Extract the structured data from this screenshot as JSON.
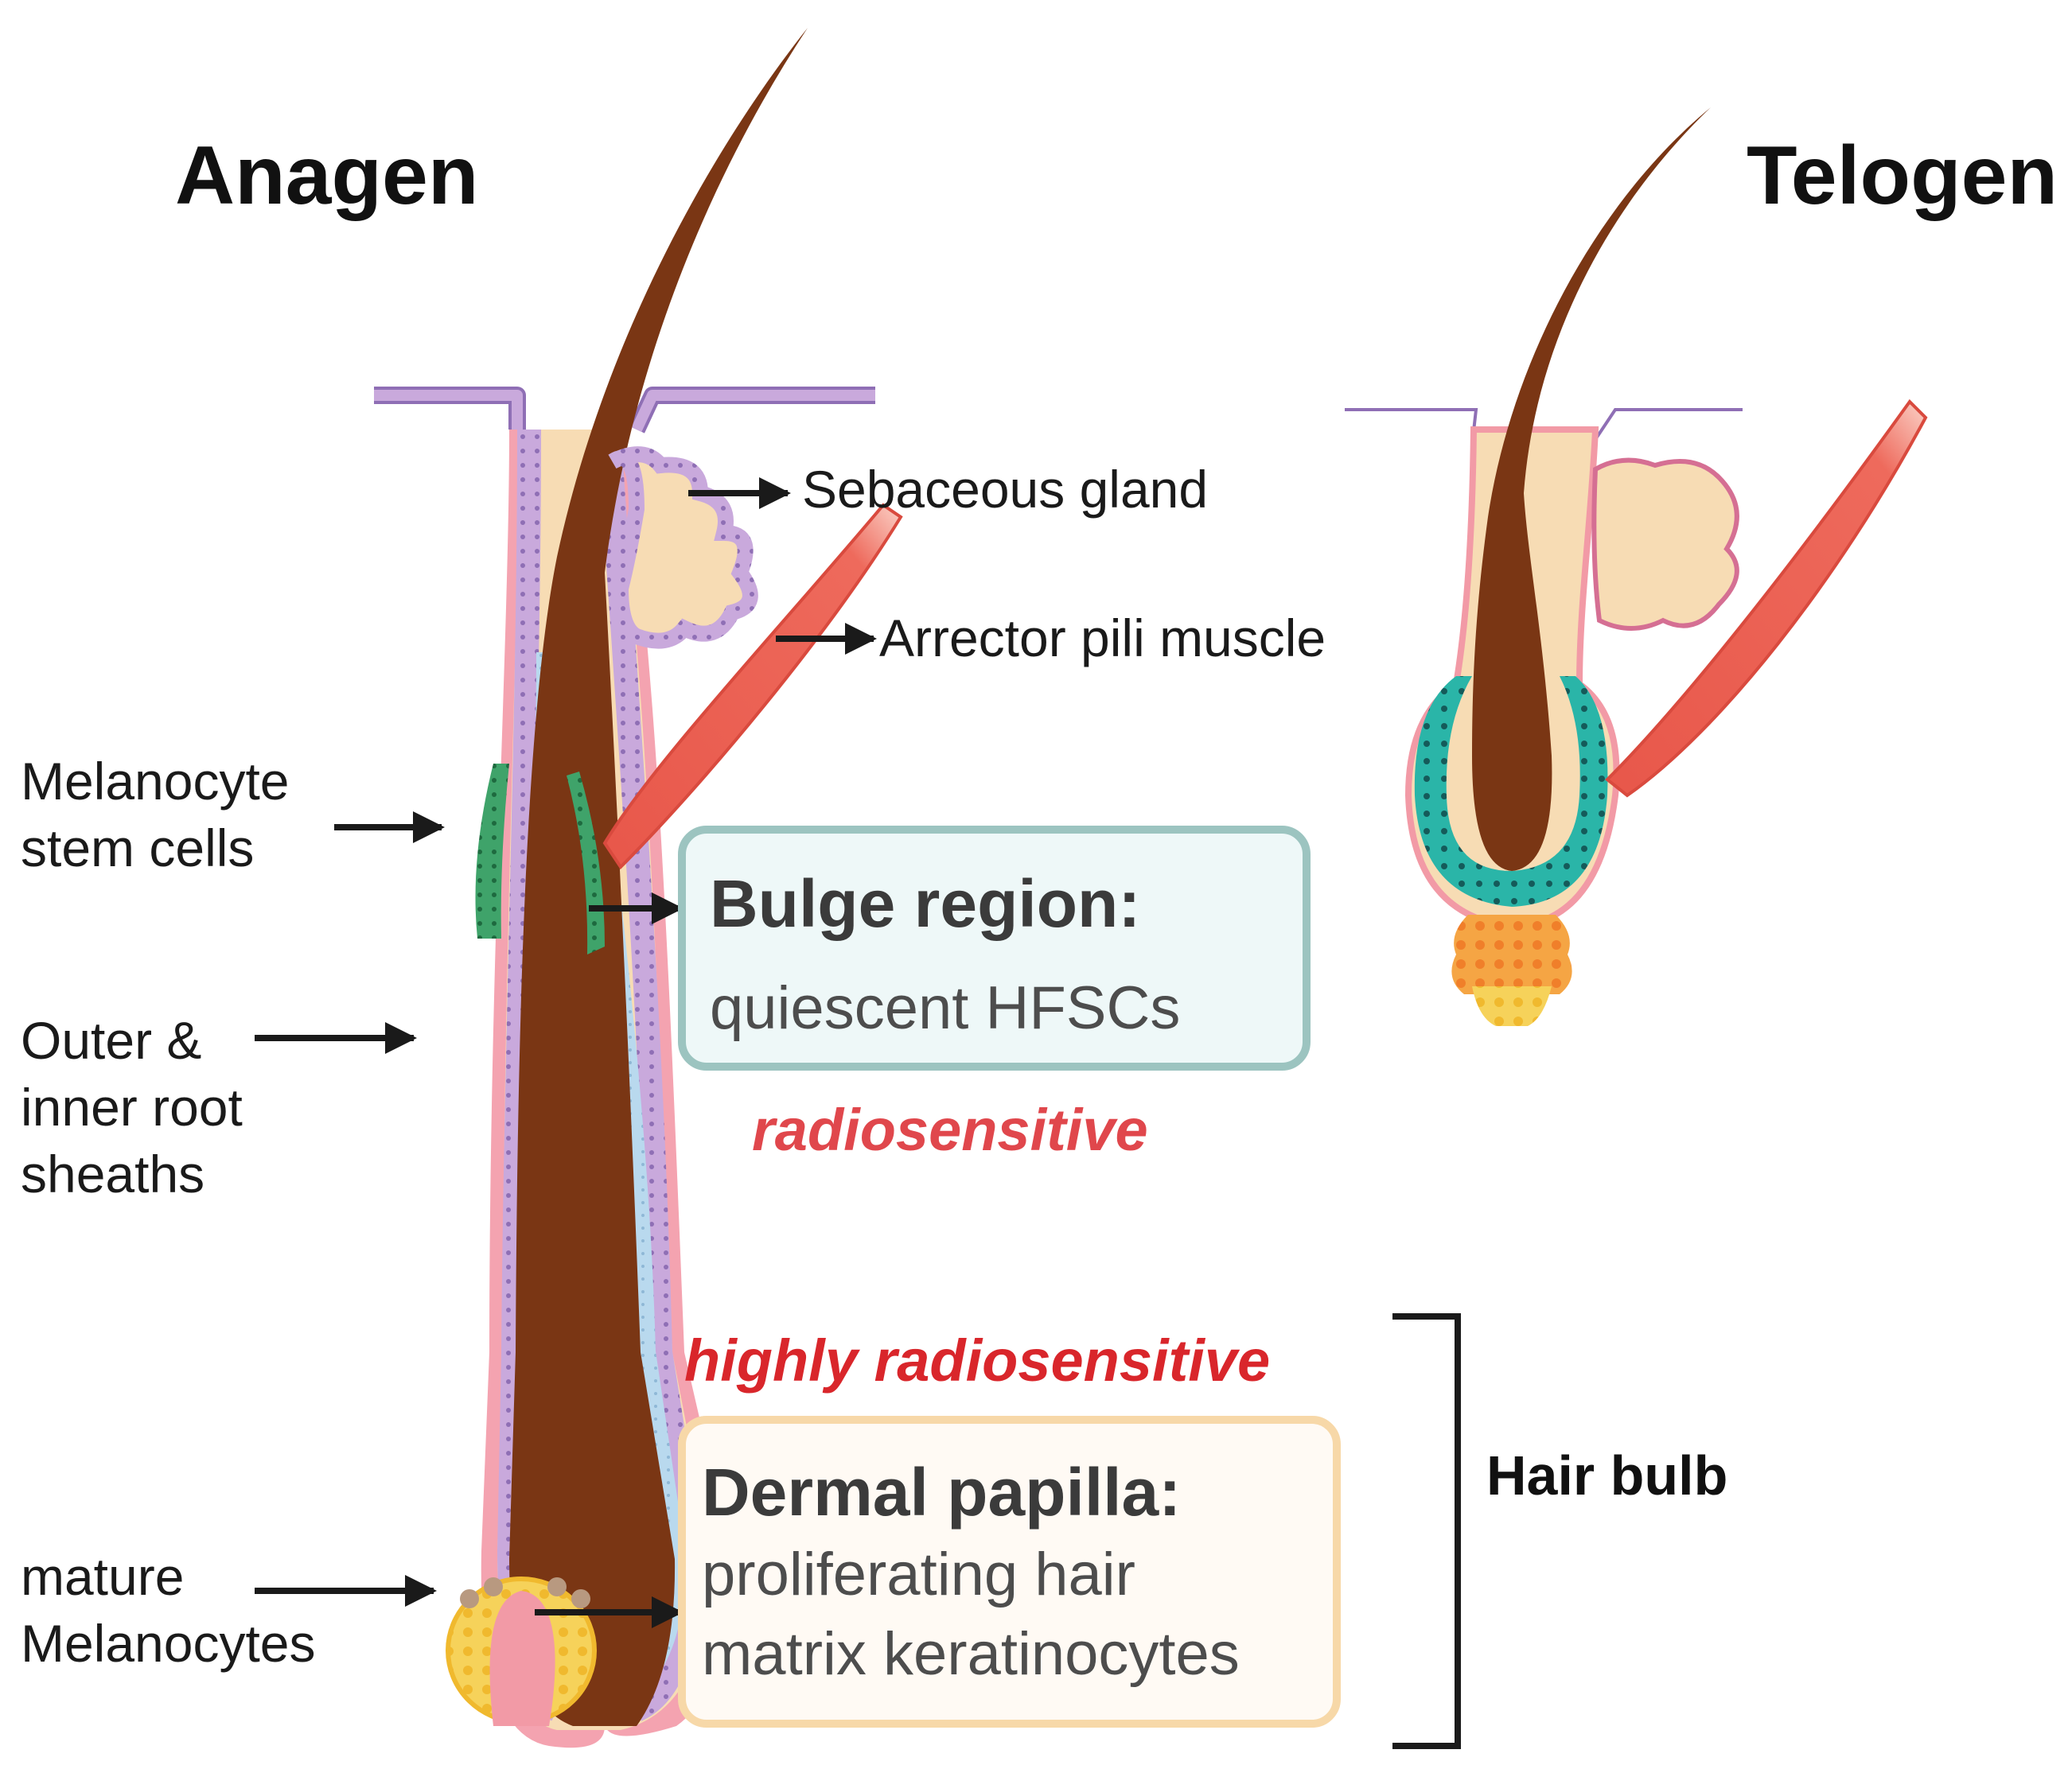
{
  "titles": {
    "left": "Anagen",
    "right": "Telogen"
  },
  "labels": {
    "sebaceous_gland": "Sebaceous gland",
    "arrector_pili": "Arrector pili muscle",
    "melanocyte_stem": [
      "Melanocyte",
      "stem cells"
    ],
    "root_sheaths": [
      "Outer &",
      "inner root",
      "sheaths"
    ],
    "mature_melanocytes": [
      "mature",
      "Melanocytes"
    ],
    "hair_bulb": "Hair bulb"
  },
  "bulge_box": {
    "title": "Bulge region:",
    "body": "quiescent HFSCs"
  },
  "radiosensitive": "radiosensitive",
  "highly_radiosensitive": "highly radiosensitive",
  "papilla_box": {
    "title": "Dermal papilla:",
    "body": [
      "proliferating hair",
      "matrix keratinocytes"
    ]
  },
  "colors": {
    "hair": "#7a3614",
    "outer_sheath": "#f4a3b0",
    "epithelium": "#c9a9dc",
    "inner_sheath": "#b9d9ee",
    "stem_cells": "#3fa36a",
    "sebum": "#f7dcb4",
    "muscle": "#e8574a",
    "telogen_stem": "#2ab5a8",
    "red_text": "#e0474c",
    "dark_red_text": "#d9262b",
    "bulge_border": "#9cc4c0",
    "bulge_fill": "#eef8f8",
    "papilla_border": "#f7d8a8",
    "papilla_fill": "#fffaf4"
  }
}
